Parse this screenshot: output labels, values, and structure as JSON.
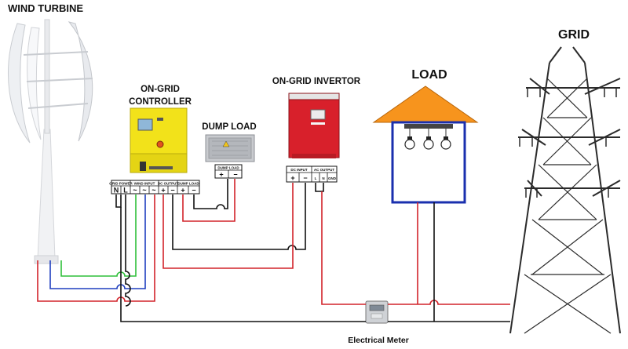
{
  "labels": {
    "wind_turbine": "WIND TURBINE",
    "controller_line1": "ON-GRID",
    "controller_line2": "CONTROLLER",
    "dump_load": "DUMP LOAD",
    "inverter": "ON-GRID INVERTOR",
    "load": "LOAD",
    "grid": "GRID",
    "meter": "Electrical Meter"
  },
  "controller_terminals": {
    "group_titles": [
      "GRID POWER",
      "WIND INPUT",
      "DC OUTPUT",
      "DUMP LOAD"
    ],
    "pins": [
      "N",
      "L",
      "~",
      "~",
      "~",
      "+",
      "−",
      "+",
      "−"
    ]
  },
  "dump_load_terminals": {
    "title": "DUMP LOAD",
    "pins": [
      "+",
      "−"
    ]
  },
  "inverter_terminals": {
    "dc_title": "DC INPUT",
    "ac_title": "AC OUTPUT",
    "dc_pins": [
      "+",
      "−"
    ],
    "ac_pins": [
      "L",
      "N",
      "GND"
    ]
  },
  "colors": {
    "wire_black": "#111111",
    "wire_red": "#d2232a",
    "wire_green": "#2fbf3a",
    "wire_blue": "#1f3fbf",
    "controller_yellow": "#f2e21a",
    "inverter_red": "#d8202b",
    "house_roof": "#f7941d",
    "house_walls": "#1a2fae"
  }
}
